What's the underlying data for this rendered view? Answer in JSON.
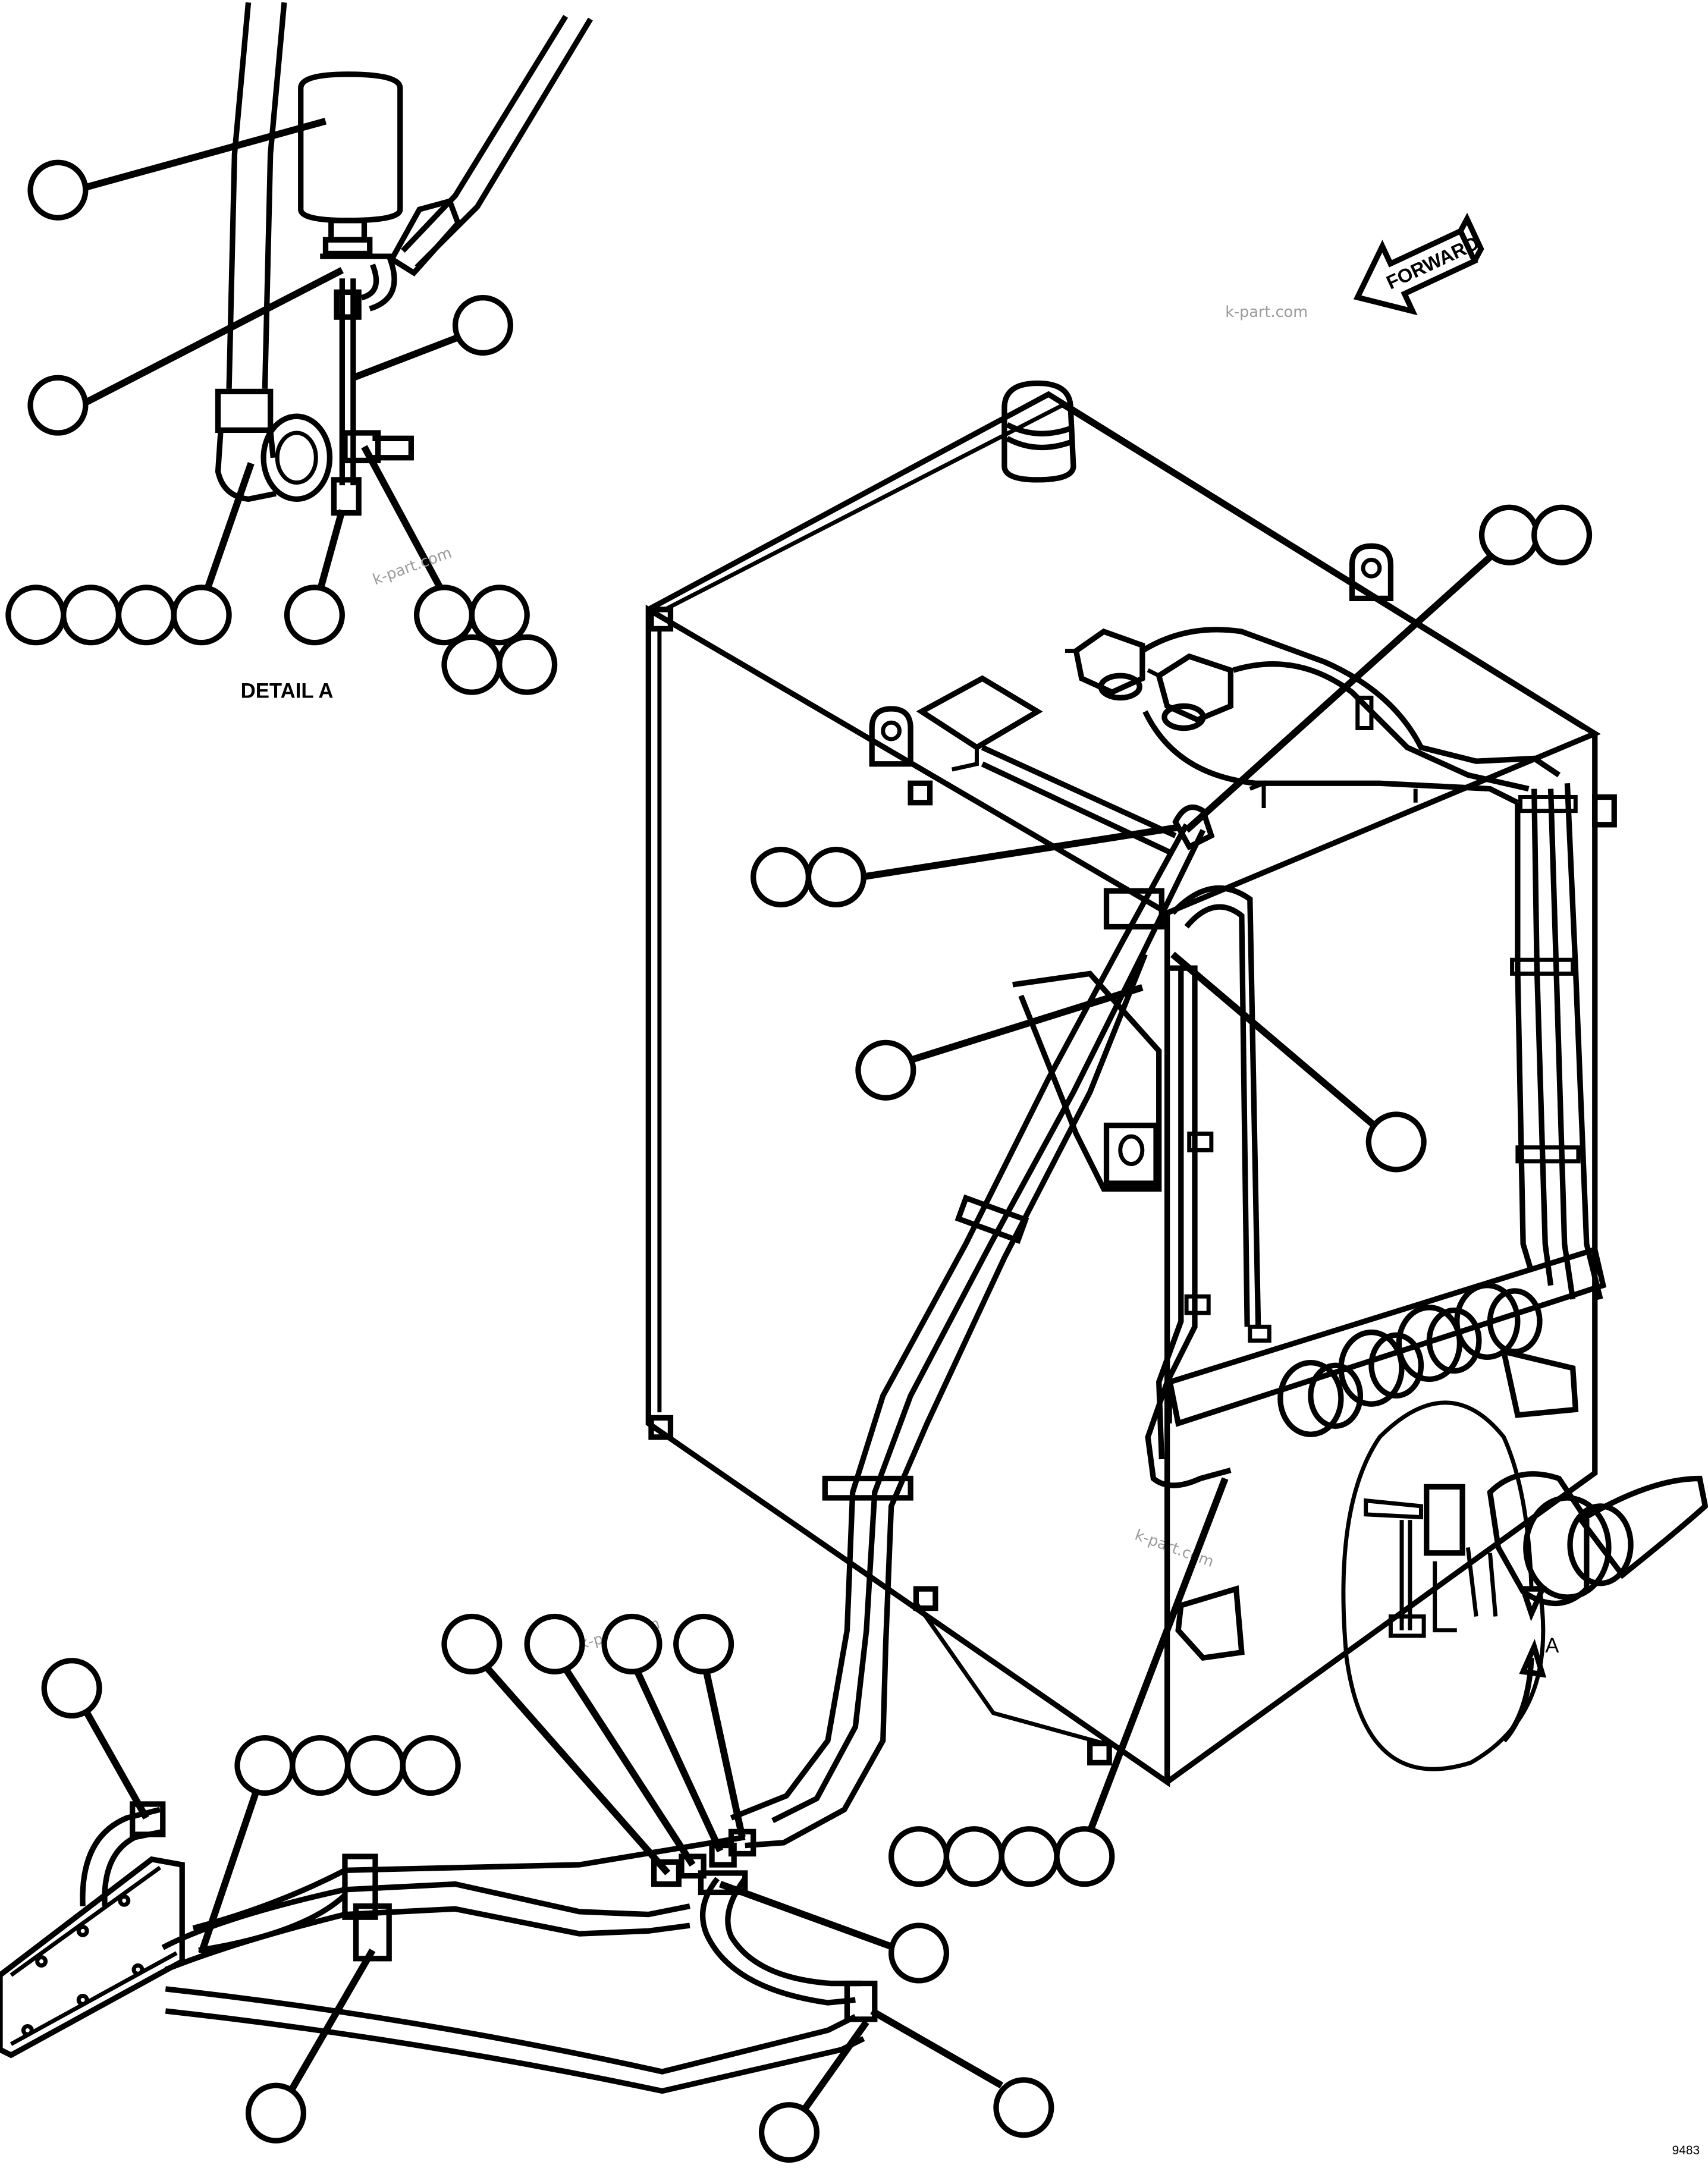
{
  "drawing": {
    "detail_label": "DETAIL A",
    "section_marker": "A",
    "direction_label": "FORWARD",
    "watermark": "k-part.com",
    "corner_code": "9483"
  }
}
